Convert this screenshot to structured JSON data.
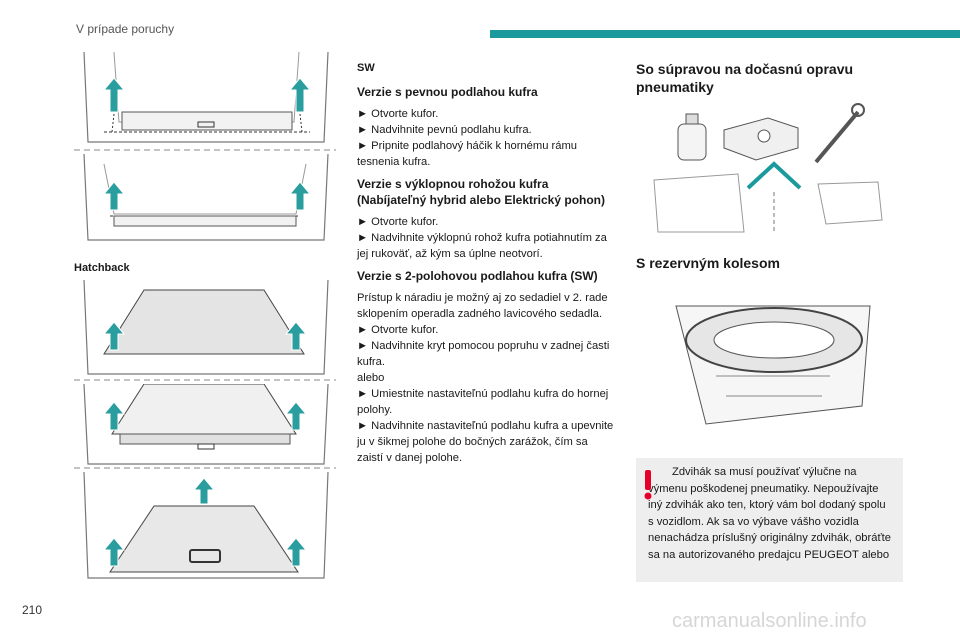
{
  "header": {
    "title": "V prípade poruchy",
    "accent_color": "#1b9a9e"
  },
  "page_number": "210",
  "watermark": "carmanualsonline.info",
  "left_column": {
    "label_sw": "SW",
    "label_hatchback": "Hatchback"
  },
  "middle_column": {
    "sections": [
      {
        "title": "Verzie s pevnou podlahou kufra",
        "lines": [
          "► Otvorte kufor.",
          "► Nadvihnite pevnú podlahu kufra.",
          "► Pripnite podlahový háčik k hornému rámu tesnenia kufra."
        ]
      },
      {
        "title": "Verzie s výklopnou rohožou kufra (Nabíjateľný hybrid alebo Elektrický pohon)",
        "lines": [
          "► Otvorte kufor.",
          "► Nadvihnite výklopnú rohož kufra potiahnutím za jej rukoväť, až kým sa úplne neotvorí."
        ]
      },
      {
        "title": "Verzie s 2-polohovou podlahou kufra (SW)",
        "lines": [
          "Prístup k náradiu je možný aj zo sedadiel v 2. rade sklopením operadla zadného lavicového sedadla.",
          "► Otvorte kufor.",
          "► Nadvihnite kryt pomocou popruhu v zadnej časti kufra.",
          "alebo",
          "► Umiestnite nastaviteľnú podlahu kufra do hornej polohy.",
          "► Nadvihnite nastaviteľnú podlahu kufra a upevnite ju v šikmej polohe do bočných zarážok, čím sa zaistí v danej polohe."
        ]
      }
    ]
  },
  "right_column": {
    "heading_kit": "So súpravou na dočasnú opravu pneumatiky",
    "heading_spare": "S rezervným kolesom",
    "warning": {
      "text": "Zdvihák sa musí používať výlučne na výmenu poškodenej pneumatiky. Nepoužívajte iný zdvihák ako ten, ktorý vám bol dodaný spolu s vozidlom. Ak sa vo výbave vášho vozidla nenachádza príslušný originálny zdvihák, obráťte sa na autorizovaného predajcu PEUGEOT alebo",
      "icon_color": "#e4002b"
    }
  }
}
